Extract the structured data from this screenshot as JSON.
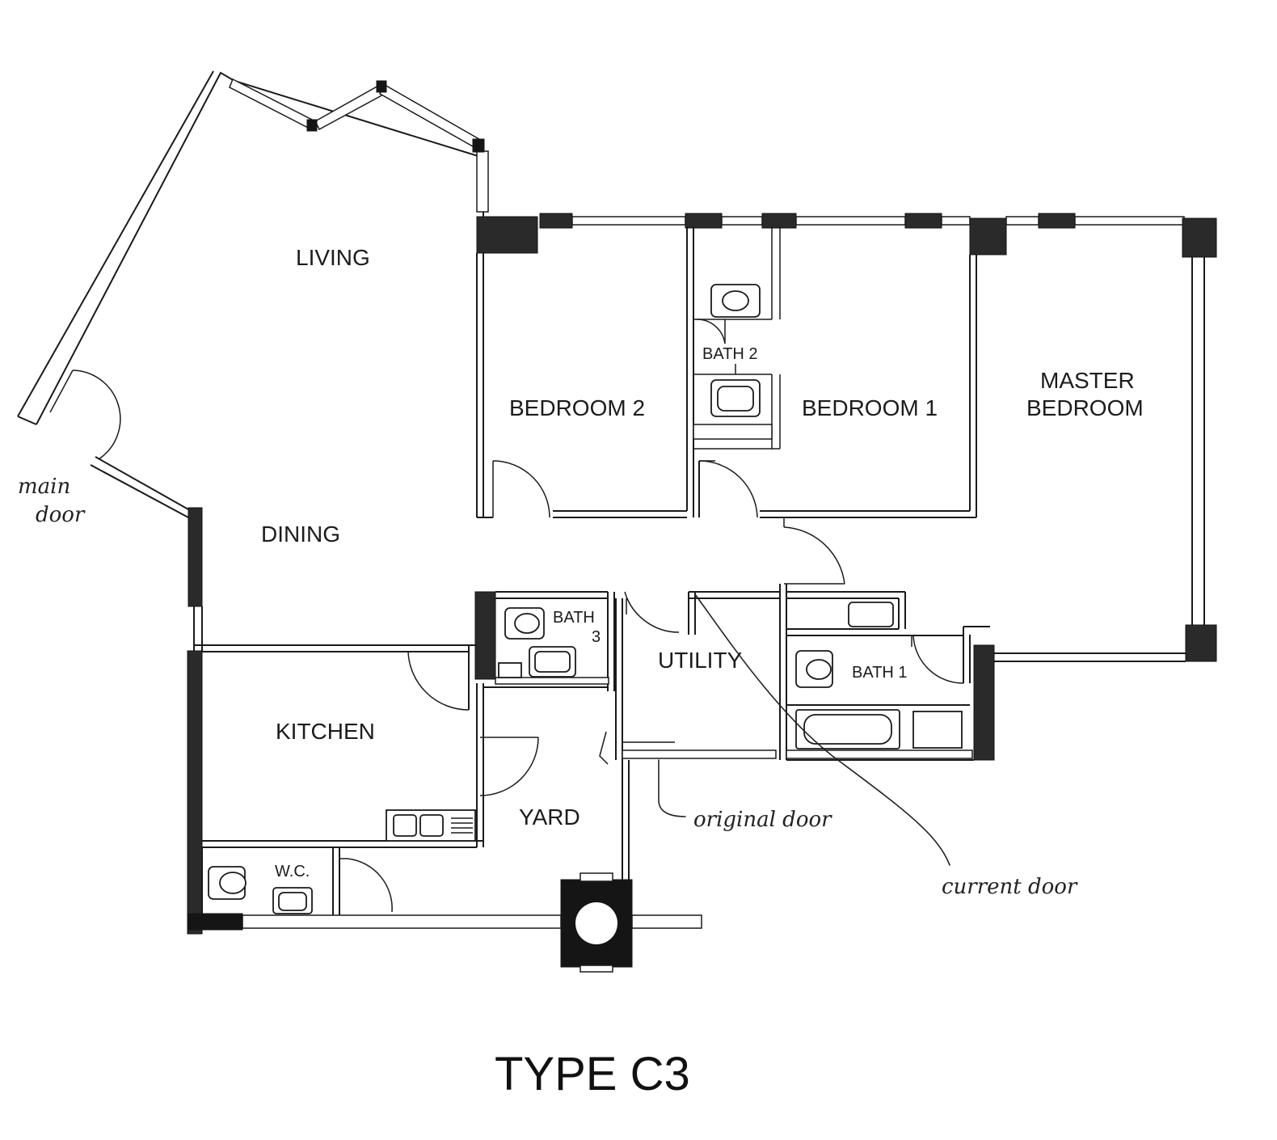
{
  "rooms": {
    "living": "LIVING",
    "dining": "DINING",
    "bedroom2": "BEDROOM 2",
    "bath2": "BATH 2",
    "bedroom1": "BEDROOM 1",
    "master_line1": "MASTER",
    "master_line2": "BEDROOM",
    "kitchen": "KITCHEN",
    "bath3_line1": "BATH",
    "bath3_line2": "3",
    "utility": "UTILITY",
    "bath1": "BATH 1",
    "yard": "YARD",
    "wc": "W.C."
  },
  "annotations": {
    "main_door_line1": "main",
    "main_door_line2": "door",
    "original_door": "original door",
    "current_door": "current door"
  },
  "title": "TYPE C3"
}
